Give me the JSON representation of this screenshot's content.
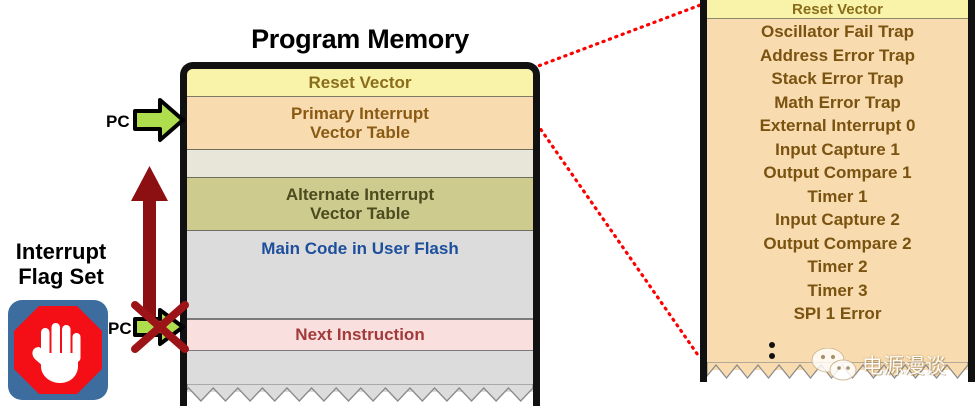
{
  "diagram": {
    "title": "Program Memory",
    "memory_rows": [
      {
        "label": "Reset Vector",
        "color": "#f8f3a8",
        "text_color": "#8a6d1a"
      },
      {
        "label": "Primary Interrupt\nVector Table",
        "color": "#f8dcb0",
        "text_color": "#8a5a14"
      },
      {
        "label": "",
        "color": "#e7e6d8",
        "text_color": ""
      },
      {
        "label": "Alternate Interrupt\nVector Table",
        "color": "#cdcc8e",
        "text_color": "#4c4a1e"
      },
      {
        "label": "Main Code in User Flash",
        "color": "#dcdcdc",
        "text_color": "#1d4f9c"
      },
      {
        "label": "Next Instruction",
        "color": "#fadfdf",
        "text_color": "#a23a3a"
      },
      {
        "label": "",
        "color": "#dcdcdc",
        "text_color": ""
      }
    ],
    "memory_row_lines": {
      "primary_line1": "Primary Interrupt",
      "primary_line2": "Vector Table",
      "alternate_line1": "Alternate Interrupt",
      "alternate_line2": "Vector Table",
      "reset": "Reset Vector",
      "main": "Main Code in User Flash",
      "next": "Next Instruction"
    },
    "detail_panel": {
      "header": "Reset Vector",
      "items": [
        "Oscillator Fail Trap",
        "Address Error Trap",
        "Stack Error Trap",
        "Math Error Trap",
        "External Interrupt 0",
        "Input Capture 1",
        "Output Compare 1",
        "Timer 1",
        "Input Capture 2",
        "Output Compare 2",
        "Timer 2",
        "Timer 3",
        "SPI 1 Error"
      ],
      "ellipsis": "vertical-ellipsis"
    },
    "annotations": {
      "pc_top": "PC",
      "pc_bottom": "PC",
      "interrupt_flag_line1": "Interrupt",
      "interrupt_flag_line2": "Flag Set"
    },
    "icons": {
      "pc_arrow": "green-right-arrow",
      "pc_arrow_blocked": "green-right-arrow-crossed-out",
      "return_arrow": "dark-red-up-arrow",
      "stop": "stop-hand-icon",
      "connector": "red-dotted-callout-line"
    },
    "colors": {
      "reset_vector": "#f8f3a8",
      "primary_vector_table": "#f8dcb0",
      "alternate_vector_table": "#cdcc8e",
      "main_code": "#dcdcdc",
      "next_instruction": "#fadfdf",
      "green_arrow": "#aede4e",
      "red_arrow": "#8c0f12",
      "connector_line": "#ff0000",
      "stop_badge": "#3d6d9e",
      "stop_octagon": "#f40f16"
    },
    "watermark": {
      "text": "电源漫谈",
      "icon": "wechat-icon"
    }
  }
}
